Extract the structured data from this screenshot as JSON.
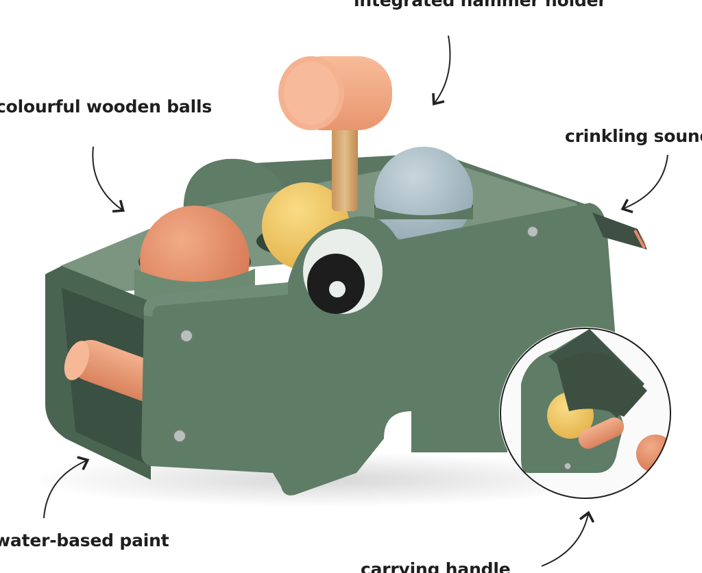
{
  "callouts": {
    "hammer_holder": "integrated hammer holder",
    "wooden_balls": "colourful wooden balls",
    "crinkling_sound": "crinkling sound",
    "water_paint": "water-based paint",
    "carrying_handle": "carrying handle"
  },
  "colors": {
    "background": "#ffffff",
    "body_green": "#5f7c66",
    "body_green_light": "#7b9580",
    "body_green_dark": "#4a6452",
    "hammer_peach": "#f0a882",
    "hammer_handle_wood": "#d6aa72",
    "ball_orange": "#e38a63",
    "ball_yellow": "#f2c65a",
    "ball_blue": "#a9bcc4",
    "eye_white": "#e9eeea",
    "eye_black": "#1d1d1d",
    "peg_orange": "#eb9a74",
    "label_text": "#1e1e1e",
    "arrow": "#222222"
  }
}
